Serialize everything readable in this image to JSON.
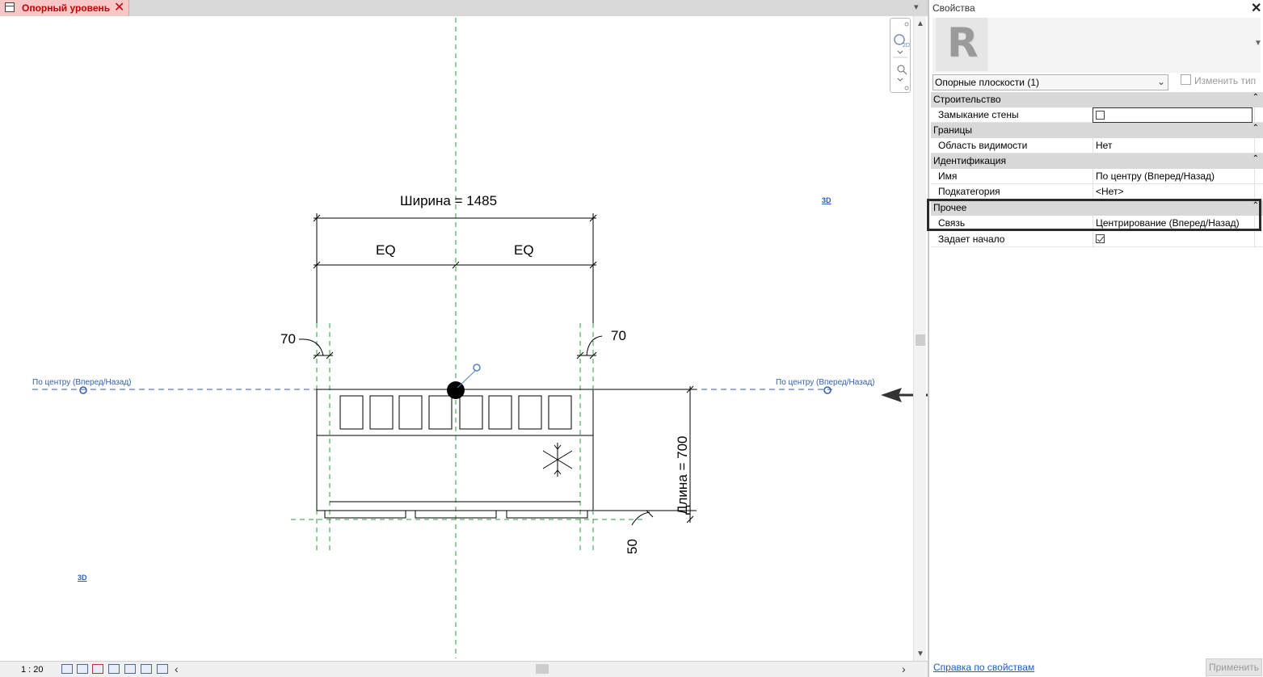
{
  "view_tab": {
    "title": "Опорный уровень",
    "close": "✕"
  },
  "canvas": {
    "ref_plane_left": "По центру (Вперед/Назад)",
    "ref_plane_right": "По центру (Вперед/Назад)",
    "width_dim": "Ширина = 1485",
    "eq_left": "EQ",
    "eq_right": "EQ",
    "dim_left_70": "70",
    "dim_right_70": "70",
    "length_dim": "Длина = 700",
    "dim_50": "50",
    "label_3d_top": "3D",
    "label_3d_bottom": "3D"
  },
  "status_bar": {
    "scale": "1 : 20"
  },
  "properties": {
    "title": "Свойства",
    "close": "✕",
    "type_thumb_letter": "R",
    "selector": "Опорные плоскости (1)",
    "edit_type": "Изменить тип",
    "categories": {
      "construction": "Строительство",
      "extents": "Границы",
      "identity": "Идентификация",
      "other": "Прочее"
    },
    "rows": {
      "wall_closure": {
        "name": "Замыкание стены",
        "checked": false
      },
      "scope_box": {
        "name": "Область видимости",
        "value": "Нет"
      },
      "name": {
        "name": "Имя",
        "value": "По центру (Вперед/Назад)"
      },
      "subcategory": {
        "name": "Подкатегория",
        "value": "<Нет>"
      },
      "is_reference": {
        "name": "Связь",
        "value": "Центрирование (Вперед/Назад)"
      },
      "defines_origin": {
        "name": "Задает начало",
        "checked": true
      }
    },
    "help_link": "Справка по свойствам",
    "apply": "Применить"
  },
  "colors": {
    "tab_bg": "#f8c8c8",
    "tab_text": "#c00000",
    "ref_plane": "#2f5fb0",
    "green_dash": "#2e9e3e",
    "link": "#1f5fb8"
  }
}
